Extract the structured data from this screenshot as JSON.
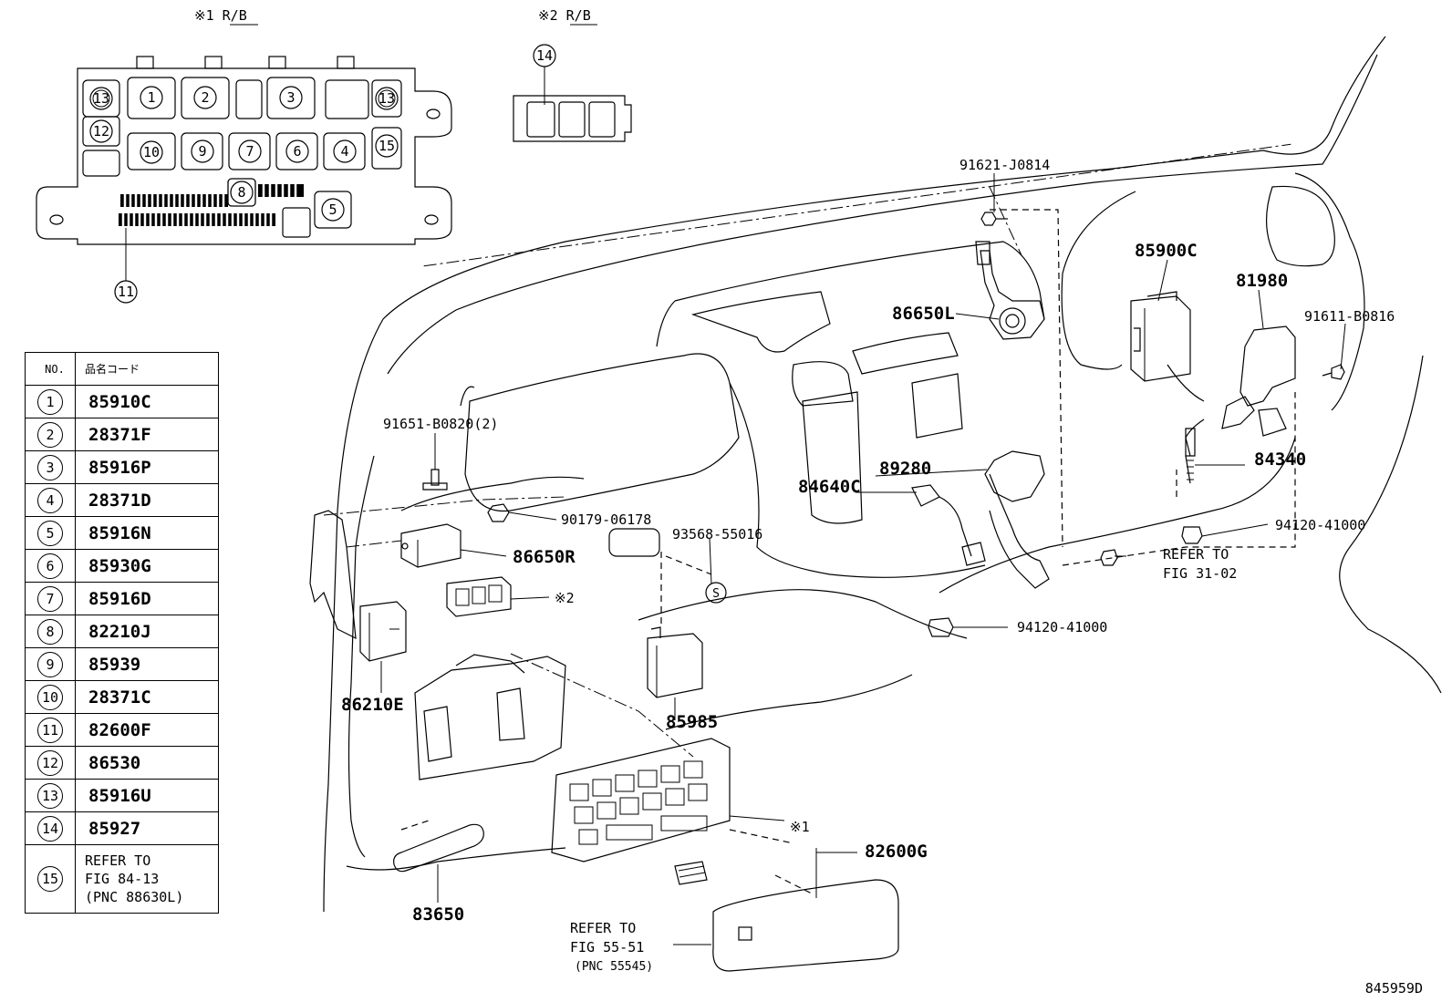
{
  "header_labels": {
    "rb1": "※1 R/B",
    "rb2": "※2 R/B"
  },
  "rb1_positions": {
    "p13a": "13",
    "p1": "1",
    "p2": "2",
    "p3": "3",
    "p13b": "13",
    "p12": "12",
    "p10": "10",
    "p9": "9",
    "p7": "7",
    "p6": "6",
    "p4": "4",
    "p15": "15",
    "p8": "8",
    "p5": "5",
    "p11": "11"
  },
  "rb2_positions": {
    "p14": "14"
  },
  "table": {
    "header_no": "NO.",
    "header_code": "品名コード",
    "rows": [
      {
        "no": "1",
        "code": "85910C"
      },
      {
        "no": "2",
        "code": "28371F"
      },
      {
        "no": "3",
        "code": "85916P"
      },
      {
        "no": "4",
        "code": "28371D"
      },
      {
        "no": "5",
        "code": "85916N"
      },
      {
        "no": "6",
        "code": "85930G"
      },
      {
        "no": "7",
        "code": "85916D"
      },
      {
        "no": "8",
        "code": "82210J"
      },
      {
        "no": "9",
        "code": "85939"
      },
      {
        "no": "10",
        "code": "28371C"
      },
      {
        "no": "11",
        "code": "82600F"
      },
      {
        "no": "12",
        "code": "86530"
      },
      {
        "no": "13",
        "code": "85916U"
      },
      {
        "no": "14",
        "code": "85927"
      },
      {
        "no": "15",
        "code": "REFER TO\nFIG 84-13\n(PNC 88630L)"
      }
    ]
  },
  "callouts": {
    "p91621": "91621-J0814",
    "p86650L": "86650L",
    "p85900C": "85900C",
    "p81980": "81980",
    "p91611": "91611-B0816",
    "p91651": "91651-B0820(2)",
    "p89280": "89280",
    "p84640C": "84640C",
    "p84340": "84340",
    "p90179": "90179-06178",
    "p93568": "93568-55016",
    "p94120a": "94120-41000",
    "refer3102_1": "REFER TO",
    "refer3102_2": "FIG 31-02",
    "p86650R": "86650R",
    "mark2": "※2",
    "p94120b": "94120-41000",
    "p86210E": "86210E",
    "p85985": "85985",
    "mark1": "※1",
    "p82600G": "82600G",
    "p83650": "83650",
    "refer5551_1": "REFER TO",
    "refer5551_2": "FIG 55-51",
    "refer5551_3": "(PNC 55545)",
    "s_mark": "S"
  },
  "figure_id": "845959D"
}
